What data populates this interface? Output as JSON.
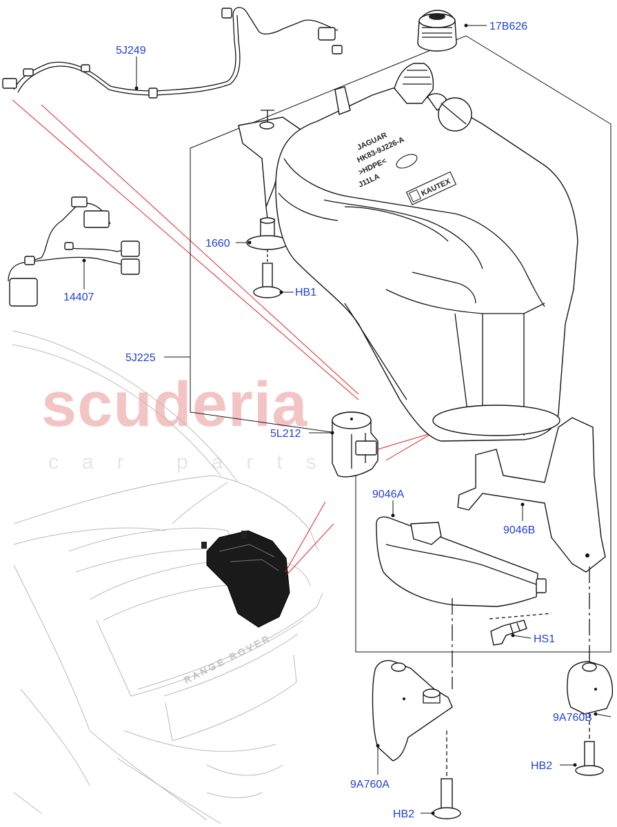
{
  "labels": {
    "hose_5j249": "5J249",
    "filler_cap_17b626": "17B626",
    "screw_1660": "1660",
    "bolt_hb1": "HB1",
    "harness_14407": "14407",
    "tank_5j225": "5J225",
    "heater_5l212": "5L212",
    "strap_9046a": "9046A",
    "strap_9046b": "9046B",
    "bolt_hs1": "HS1",
    "bracket_9a760a": "9A760A",
    "bracket_9a760b": "9A760B",
    "bolt_hb2_right": "HB2",
    "bolt_hb2_bottom": "HB2"
  },
  "watermark": {
    "brand": "scuderia",
    "subtitle": "car parts"
  },
  "tank_markings": {
    "brand_a": "JAGUAR",
    "part_no": "HK83-9J226-A",
    "material": ">HDPE<",
    "code": "J11LA",
    "maker": "KAUTEX"
  },
  "vehicle_badge": "RANGE ROVER",
  "colors": {
    "label_text": "#1f3fd6",
    "callout_red": "#e02020",
    "watermark": "#f3c4c4",
    "line_art": "#111111"
  }
}
